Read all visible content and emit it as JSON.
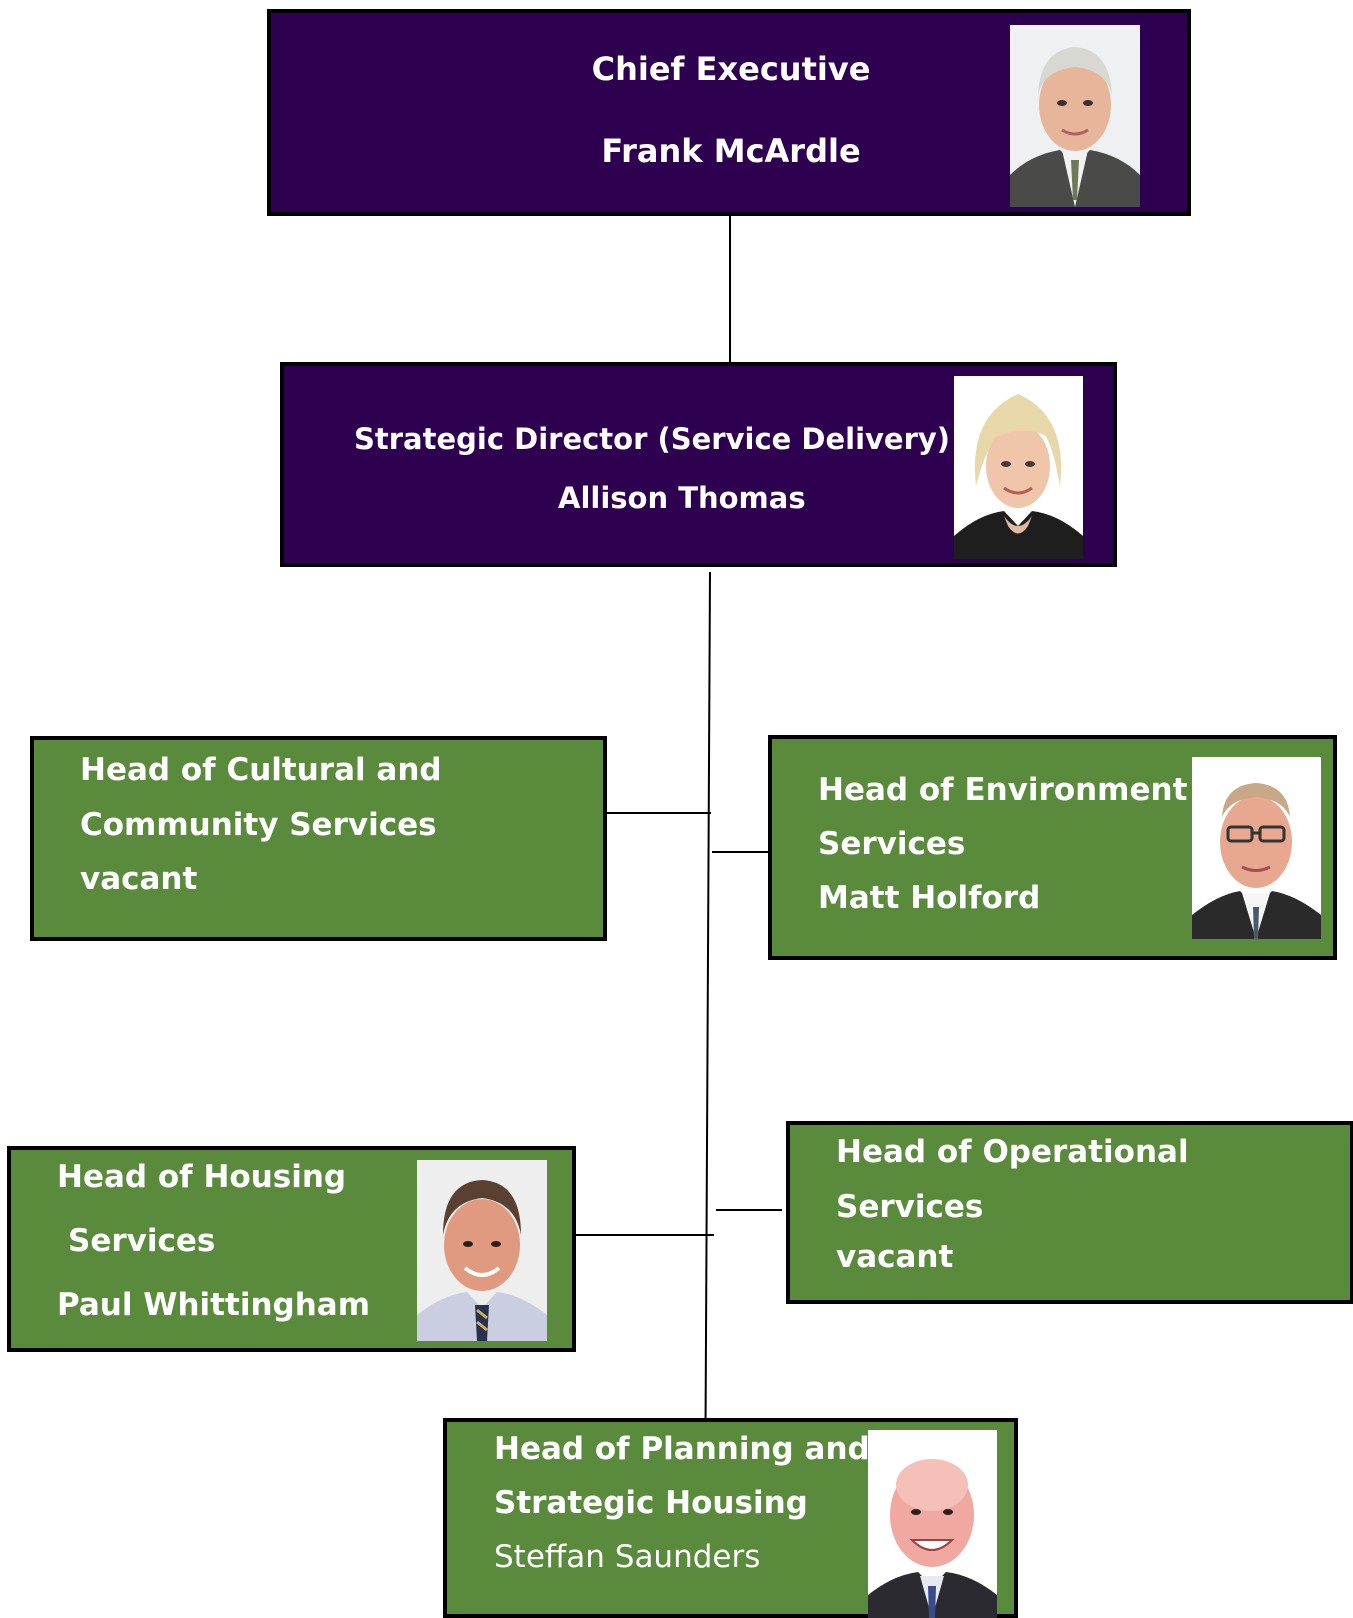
{
  "colors": {
    "executive_fill": "#2e0050",
    "head_fill": "#5a8a3c",
    "border": "#000000",
    "text": "#ffffff"
  },
  "chief": {
    "title": "Chief Executive",
    "name": "Frank McArdle",
    "photo_icon": "portrait-photo"
  },
  "director": {
    "title": "Strategic Director (Service Delivery)",
    "name": "Allison Thomas",
    "photo_icon": "portrait-photo"
  },
  "heads": {
    "cultural": {
      "line1": "Head of Cultural and",
      "line2": "Community Services",
      "name": "vacant"
    },
    "environment": {
      "line1": "Head of Environment",
      "line2": "Services",
      "name": "Matt Holford",
      "photo_icon": "portrait-photo"
    },
    "housing": {
      "line1": "Head of Housing",
      "line2": "Services",
      "name": "Paul Whittingham",
      "photo_icon": "portrait-photo"
    },
    "operational": {
      "line1": "Head of Operational",
      "line2": "Services",
      "name": "vacant"
    },
    "planning": {
      "line1": "Head of Planning and",
      "line2": "Strategic Housing",
      "name": "Steffan Saunders",
      "photo_icon": "portrait-photo"
    }
  }
}
